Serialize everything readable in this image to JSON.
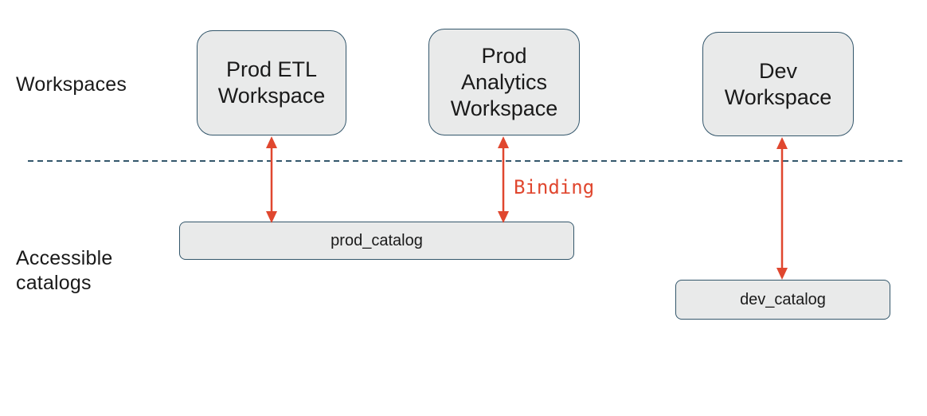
{
  "diagram": {
    "labels": {
      "workspaces_row": "Workspaces",
      "catalogs_row": "Accessible\ncatalogs",
      "binding": "Binding"
    },
    "workspaces": [
      {
        "label": "Prod ETL\nWorkspace"
      },
      {
        "label": "Prod\nAnalytics\nWorkspace"
      },
      {
        "label": "Dev\nWorkspace"
      }
    ],
    "catalogs": [
      {
        "label": "prod_catalog"
      },
      {
        "label": "dev_catalog"
      }
    ],
    "colors": {
      "node_fill": "#e9eaea",
      "node_stroke": "#33566b",
      "arrow": "#e0472f",
      "divider": "#33566b",
      "text": "#1a1a1a"
    }
  }
}
